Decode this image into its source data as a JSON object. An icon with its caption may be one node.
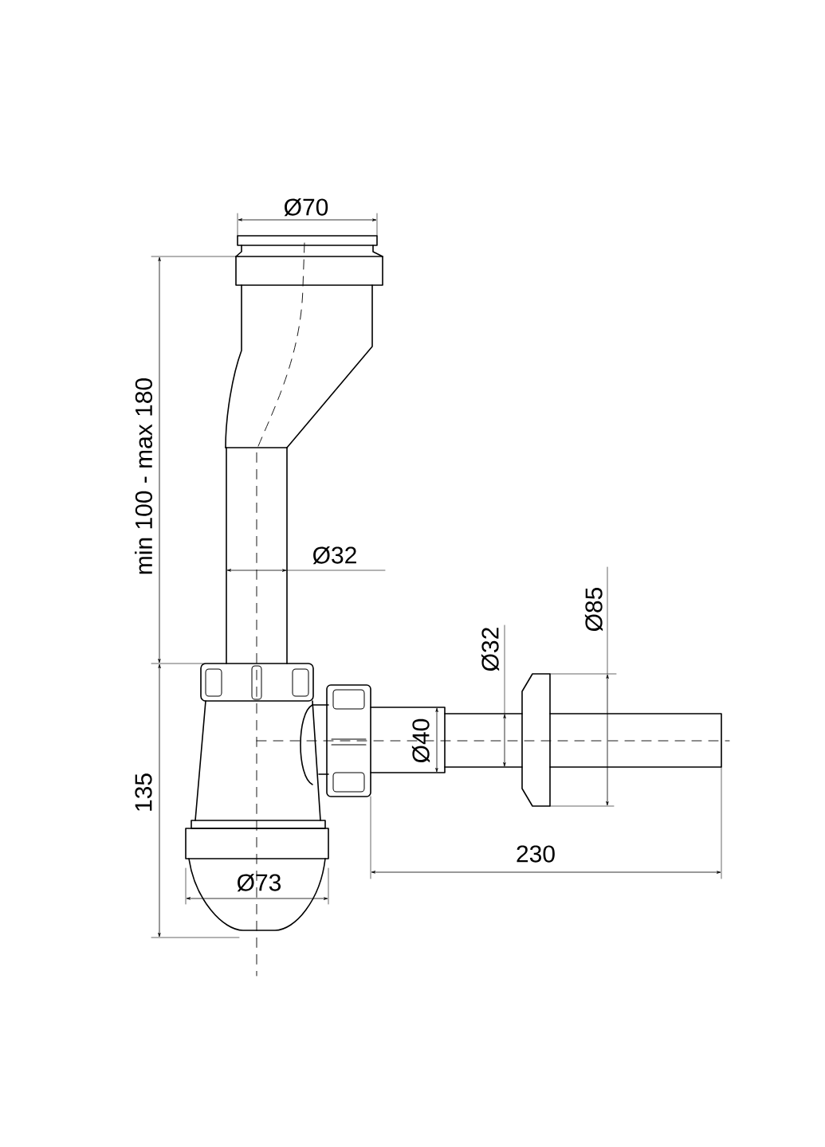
{
  "diagram": {
    "labels": [
      "Ø70",
      "min 100 - max 180",
      "Ø32",
      "Ø85",
      "Ø32",
      "Ø40",
      "135",
      "230",
      "Ø73"
    ]
  }
}
